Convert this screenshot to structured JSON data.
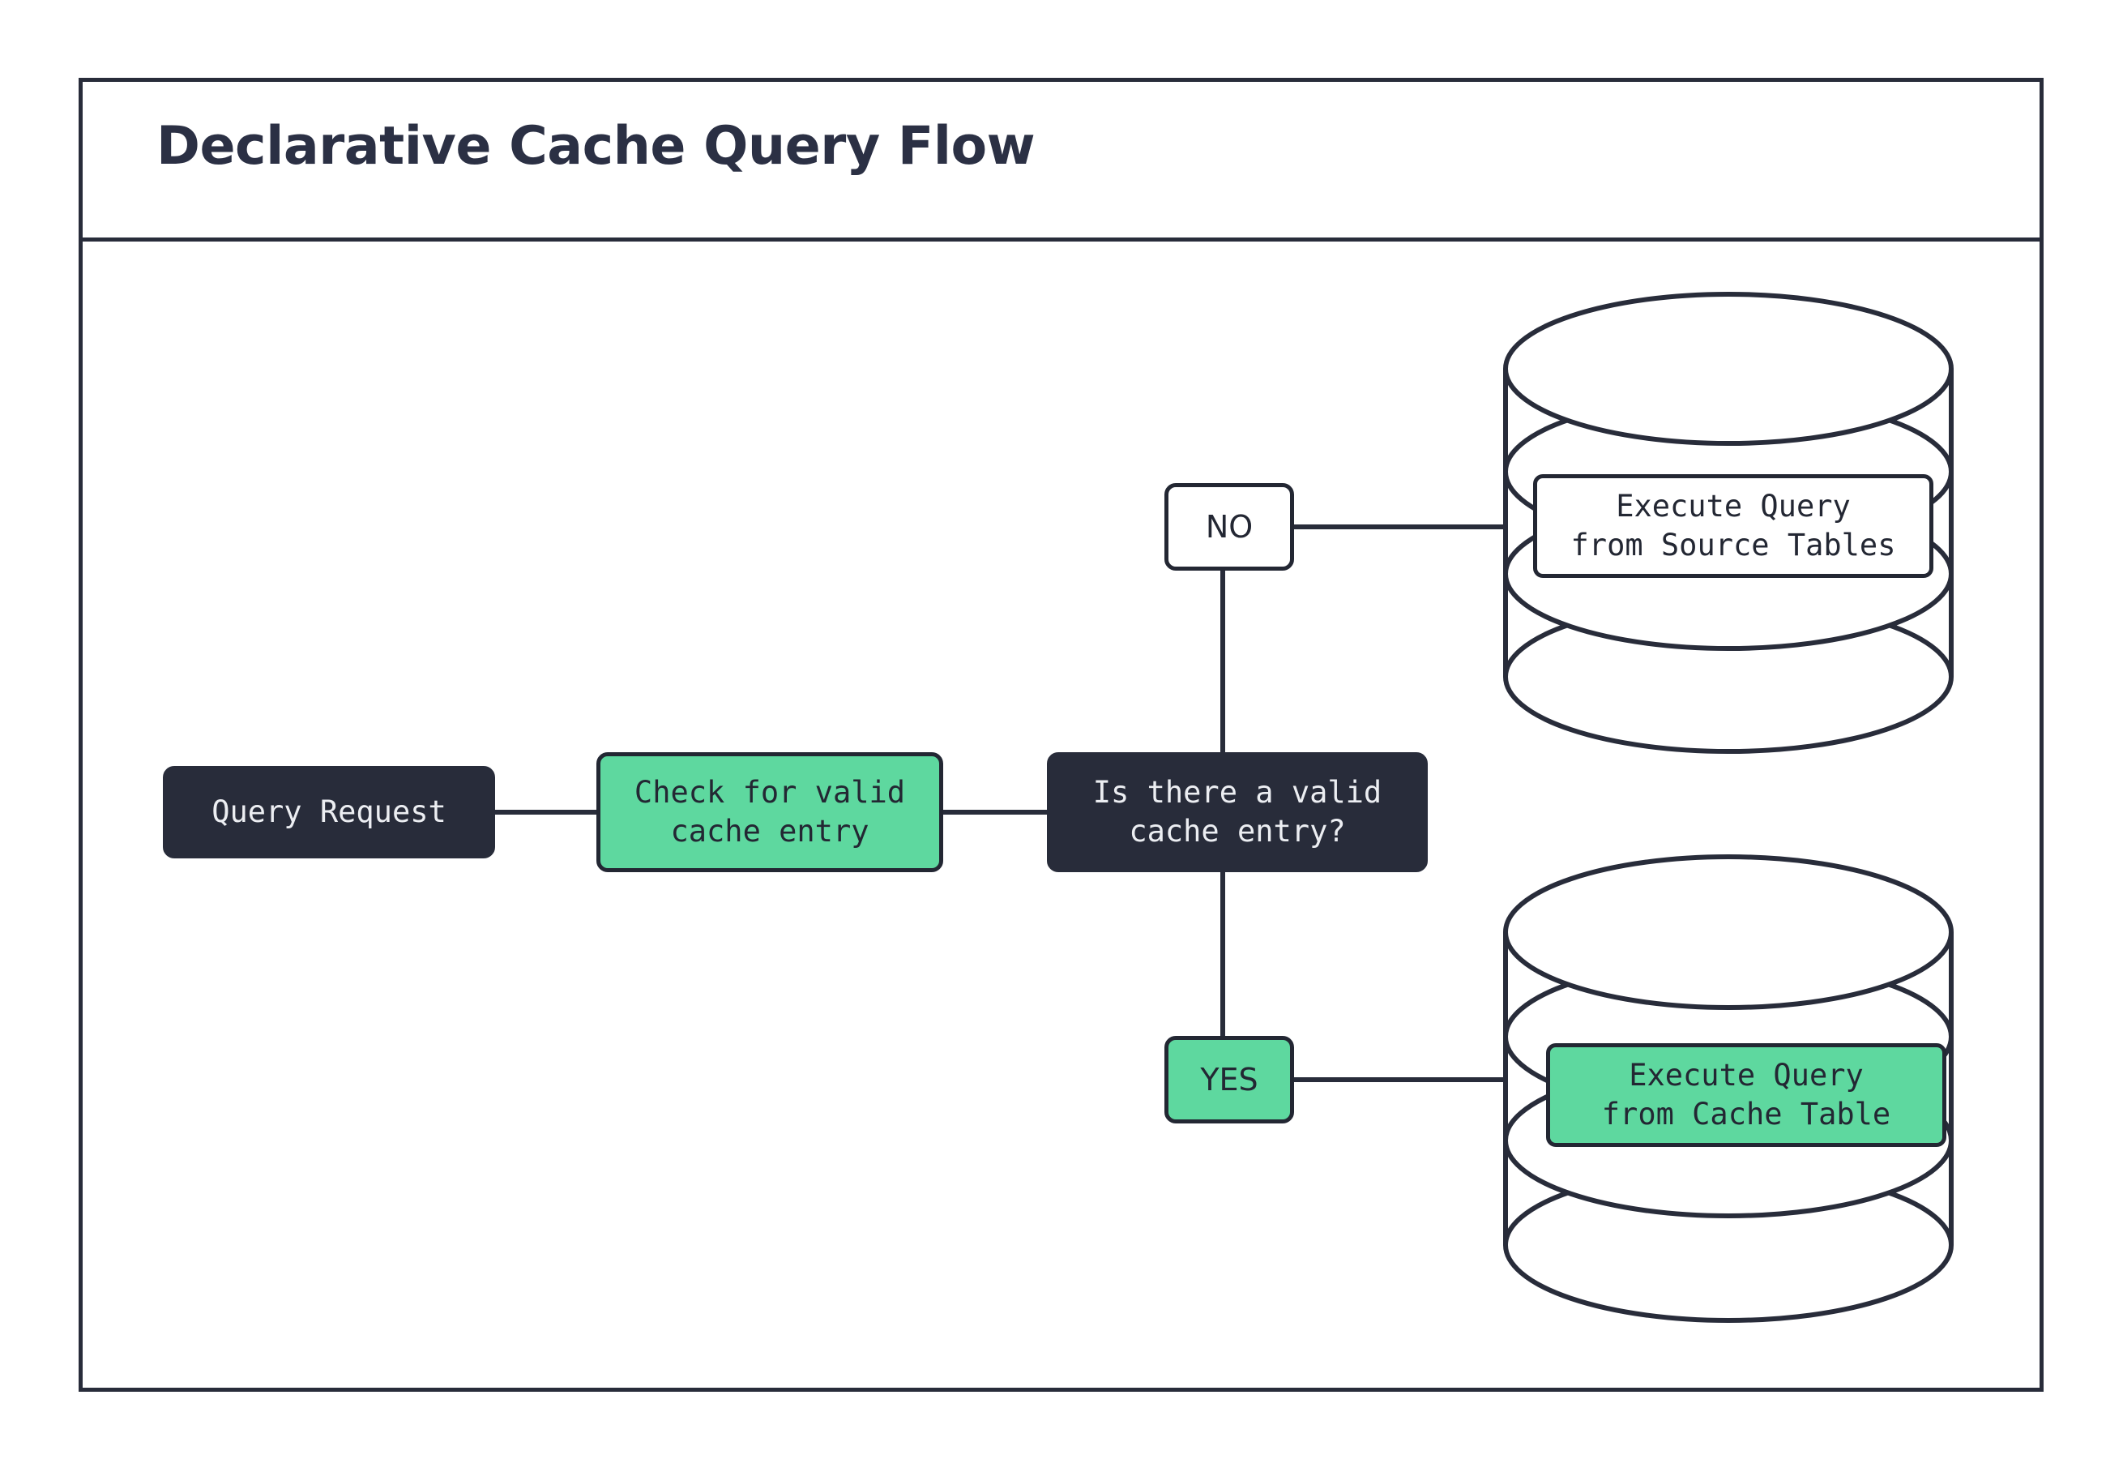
{
  "diagram": {
    "title": "Declarative Cache Query Flow",
    "colors": {
      "ink": "#282c3a",
      "green": "#5ed89f",
      "dark_fill": "#282c3a",
      "dark_text": "#eceef2",
      "white_fill": "#ffffff",
      "background": "#ffffff"
    },
    "nodes": {
      "query_request": {
        "label": "Query Request",
        "style": "dark",
        "shape": "rounded-rect"
      },
      "check_cache": {
        "label": "Check for valid\ncache entry",
        "style": "green",
        "shape": "rounded-rect"
      },
      "decision": {
        "label": "Is there a valid\ncache entry?",
        "style": "dark",
        "shape": "rounded-rect"
      },
      "execute_source": {
        "label": "Execute Query\nfrom Source Tables",
        "style": "white",
        "shape": "rounded-rect-on-cylinder"
      },
      "execute_cache": {
        "label": "Execute Query\nfrom Cache Table",
        "style": "green",
        "shape": "rounded-rect-on-cylinder"
      }
    },
    "branch_labels": {
      "no": {
        "label": "NO",
        "style": "white"
      },
      "yes": {
        "label": "YES",
        "style": "green"
      }
    },
    "database_icons": {
      "source_tables": {
        "name": "database-cylinder",
        "bands": 3
      },
      "cache_table": {
        "name": "database-cylinder",
        "bands": 3
      }
    },
    "edges": [
      {
        "from": "query_request",
        "to": "check_cache"
      },
      {
        "from": "check_cache",
        "to": "decision"
      },
      {
        "from": "decision",
        "to": "no",
        "label": "NO"
      },
      {
        "from": "no",
        "to": "execute_source"
      },
      {
        "from": "decision",
        "to": "yes",
        "label": "YES"
      },
      {
        "from": "yes",
        "to": "execute_cache"
      }
    ]
  }
}
